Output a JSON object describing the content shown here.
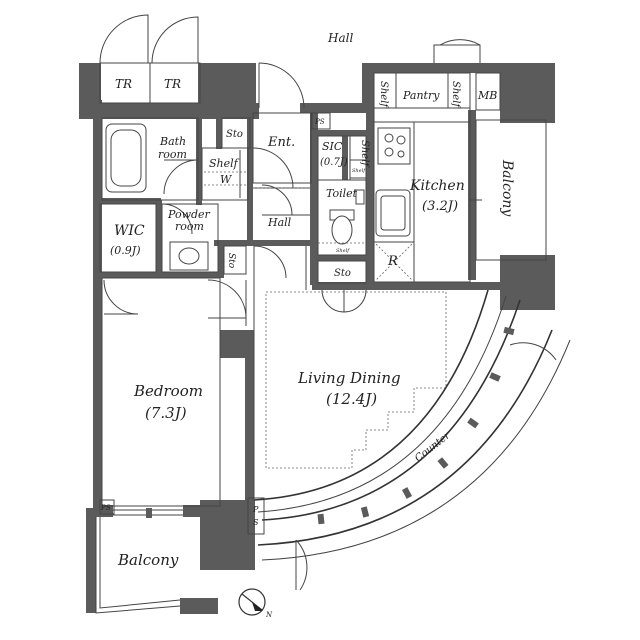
{
  "rooms": {
    "hall_outside": "Hall",
    "tr1": "TR",
    "tr2": "TR",
    "bath_line1": "Bath",
    "bath_line2": "room",
    "sto_top": "Sto",
    "ps_top": "PS",
    "entrance": "Ent.",
    "shelf_sic": "Shelf",
    "sic_line1": "SIC",
    "sic_line2": "(0.7J)",
    "shelf_small": "Shelf",
    "shelf_left": "Shelf",
    "pantry": "Pantry",
    "shelf_pantry": "Shelf",
    "mb": "MB",
    "w_label": "W",
    "toilet": "Toilet",
    "kitchen_line1": "Kitchen",
    "kitchen_line2": "(3.2J)",
    "balcony_right": "Balcony",
    "wic_line1": "WIC",
    "wic_line2": "(0.9J)",
    "powder_line1": "Powder",
    "powder_line2": "room",
    "hall_inside": "Hall",
    "sto_bottom": "Sto",
    "sto_powder": "Sto",
    "r_label": "R",
    "shelf_toilet": "Shelf",
    "living_line1": "Living Dining",
    "living_line2": "(12.4J)",
    "counter": "Counter",
    "bedroom_line1": "Bedroom",
    "bedroom_line2": "(7.3J)",
    "ps_bedroom": "PS",
    "ps_living_1": "P",
    "ps_living_2": "S",
    "balcony_bottom": "Balcony",
    "compass_n": "N"
  },
  "colors": {
    "wall": "#5b5b5b",
    "line": "#333333",
    "dashed": "#666666"
  }
}
